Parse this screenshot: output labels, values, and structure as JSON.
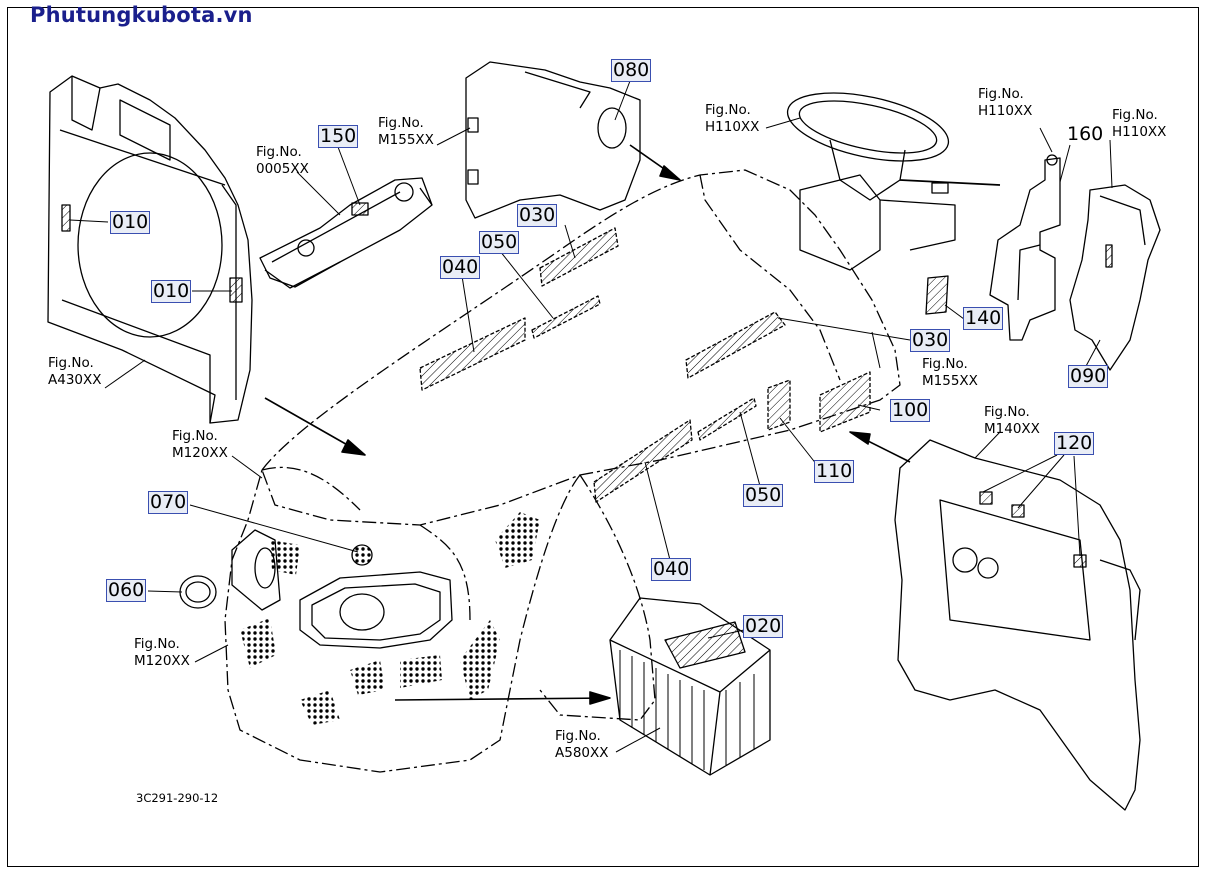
{
  "watermark": "Phutungkubota.vn",
  "drawing_code": "3C291-290-12",
  "fig_prefix": "Fig.No.",
  "fig_refs": {
    "a430": "A430XX",
    "m120_top": "M120XX",
    "m120_bottom": "M120XX",
    "f0005": "0005XX",
    "m155_top": "M155XX",
    "m155_right": "M155XX",
    "h110_wheel": "H110XX",
    "h110_bracket": "H110XX",
    "h110_cover": "H110XX",
    "m140": "M140XX",
    "a580": "A580XX"
  },
  "parts": {
    "p010_a": "010",
    "p010_b": "010",
    "p150": "150",
    "p080": "080",
    "p030_a": "030",
    "p050_a": "050",
    "p040_a": "040",
    "p030_b": "030",
    "p140": "140",
    "p160": "160",
    "p090": "090",
    "p100": "100",
    "p110": "110",
    "p050_b": "050",
    "p040_b": "040",
    "p120": "120",
    "p070": "070",
    "p060": "060",
    "p020": "020"
  }
}
